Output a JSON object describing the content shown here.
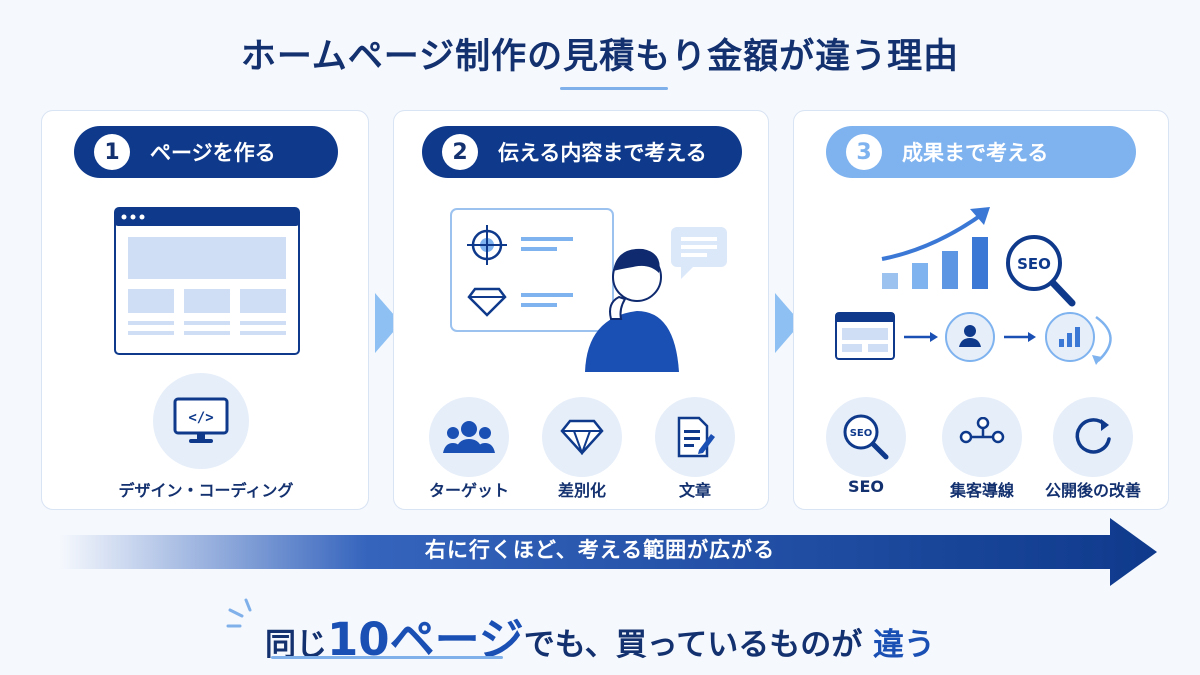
{
  "title": "ホームページ制作の見積もり金額が違う理由",
  "colors": {
    "navy": "#0f3a8c",
    "light_blue": "#7fb3ef",
    "text": "#13306f",
    "accent": "#1a4fb4"
  },
  "panels": [
    {
      "number": "1",
      "heading": "ページを作る",
      "icon": "code-monitor-icon",
      "items": [
        {
          "label": "デザイン・コーディング",
          "icon": "code-monitor-icon"
        }
      ]
    },
    {
      "number": "2",
      "heading": "伝える内容まで考える",
      "items": [
        {
          "label": "ターゲット",
          "icon": "people-icon"
        },
        {
          "label": "差別化",
          "icon": "diamond-icon"
        },
        {
          "label": "文章",
          "icon": "document-pen-icon"
        }
      ]
    },
    {
      "number": "3",
      "heading": "成果まで考える",
      "seo_badge": "SEO",
      "items": [
        {
          "label": "SEO",
          "icon": "seo-magnifier-icon"
        },
        {
          "label": "集客導線",
          "icon": "flow-nodes-icon"
        },
        {
          "label": "公開後の改善",
          "icon": "refresh-icon"
        }
      ]
    }
  ],
  "progress_arrow": "右に行くほど、考える範囲が広がる",
  "bottom": {
    "part1": "同じ",
    "big": "10ページ",
    "part2": "でも、買っているものが",
    "highlight": "違う"
  }
}
